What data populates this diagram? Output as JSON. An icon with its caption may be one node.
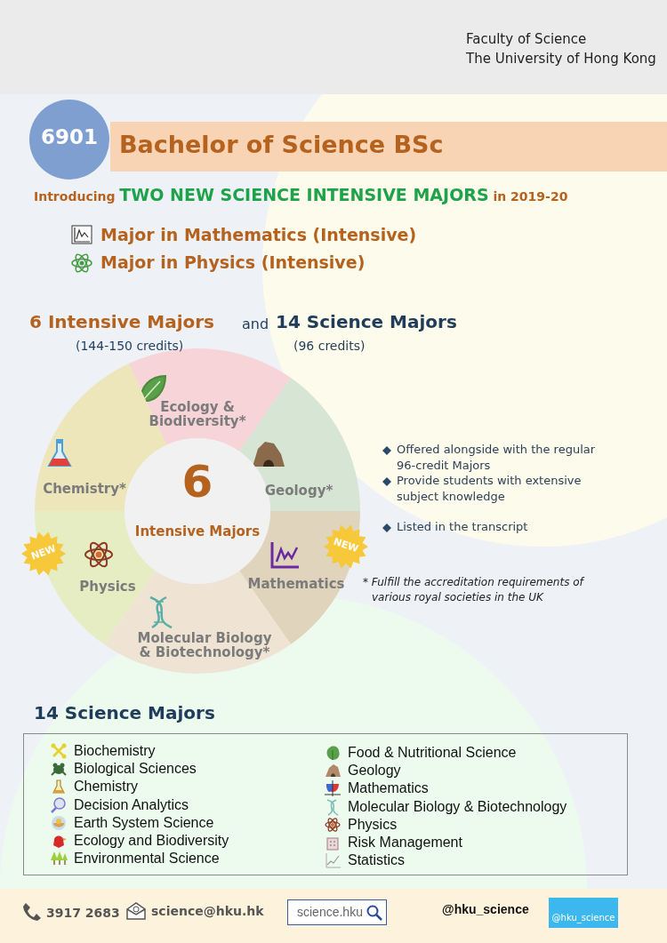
{
  "diagram": {
    "nodes": [
      {
        "text": [
          "6901"
        ]
      },
      {
        "text": [
          "Bachelor of Science BSc"
        ]
      },
      {
        "text": [
          "6",
          "Intensive Majors"
        ]
      },
      {
        "text": [
          "Ecology & Biodiversity*"
        ]
      },
      {
        "text": [
          "Chemistry*"
        ]
      },
      {
        "text": [
          "Geology*"
        ]
      },
      {
        "text": [
          "Physics"
        ]
      },
      {
        "text": [
          "Mathematics"
        ]
      },
      {
        "text": [
          "Molecular Biology & Biotechnology*"
        ]
      },
      {
        "text": [
          "NEW"
        ]
      },
      {
        "text": [
          "NEW"
        ]
      },
      {
        "text": [
          "Biochemistry",
          "Biological Sciences",
          "Chemistry",
          "Decision Analytics",
          "Earth System Science",
          "Ecology and Biodiversity",
          "Environmental Science",
          "Food & Nutritional Science",
          "Geology",
          "Mathematics",
          "Molecular Biology & Biotechnology",
          "Physics",
          "Risk Management",
          "Statistics"
        ]
      },
      {
        "text": [
          "science.hku"
        ]
      },
      {
        "text": [
          "@hku_science"
        ]
      }
    ],
    "edges": [],
    "labels": [
      "Faculty of Science",
      "The University of Hong Kong",
      "Introducing **TWO NEW SCIENCE INTENSIVE MAJORS** in 2019-20",
      "Major in Mathematics (Intensive)",
      "Major in Physics (Intensive)",
      "6 Intensive Majors",
      "and",
      "14 Science Majors",
      "(144-150 credits)",
      "(96 credits)",
      "Offered alongside with the regular 96-credit Majors",
      "Provide students with extensive subject knowledge",
      "Listed in the transcript",
      "* Fulfill the accreditation requirements of various royal societies in the UK",
      "14 Science Majors",
      "3917 2683",
      "science@hku.hk",
      "@hku_science"
    ]
  }
}
